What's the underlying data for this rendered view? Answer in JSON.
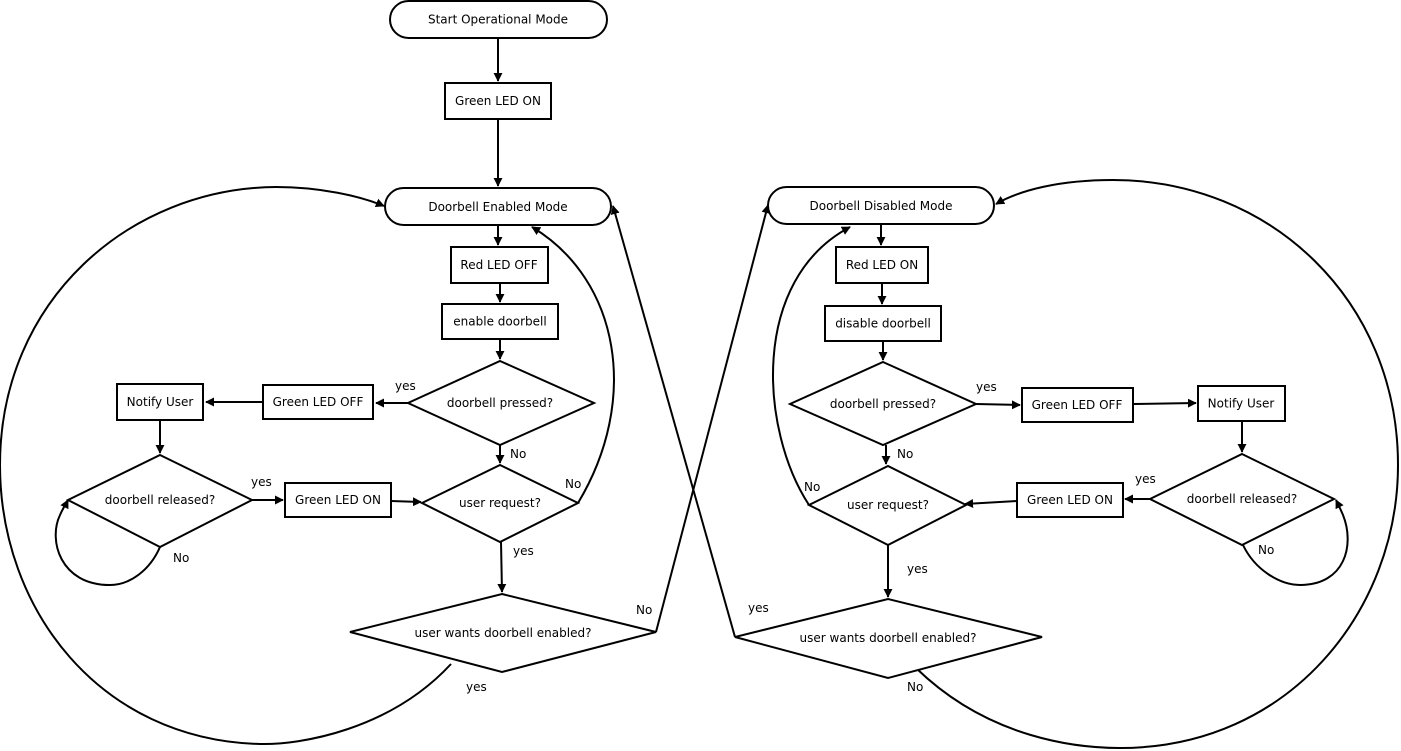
{
  "nodes": {
    "start": "Start Operational Mode",
    "green_on_top": "Green LED ON",
    "enabled_mode": "Doorbell Enabled Mode",
    "red_off": "Red LED OFF",
    "enable_doorbell": "enable doorbell",
    "pressed_left": "doorbell pressed?",
    "green_off_left": "Green LED OFF",
    "notify_left": "Notify User",
    "released_left": "doorbell released?",
    "green_on_left": "Green LED ON",
    "request_left": "user request?",
    "wants_left": "user wants doorbell enabled?",
    "disabled_mode": "Doorbell Disabled Mode",
    "red_on": "Red LED ON",
    "disable_doorbell": "disable doorbell",
    "pressed_right": "doorbell pressed?",
    "green_off_right": "Green LED OFF",
    "notify_right": "Notify User",
    "released_right": "doorbell released?",
    "green_on_right": "Green LED ON",
    "request_right": "user request?",
    "wants_right": "user wants doorbell enabled?"
  },
  "edge_labels": {
    "pressed_left_yes": "yes",
    "pressed_left_no": "No",
    "released_left_yes": "yes",
    "released_left_no": "No",
    "request_left_no": "No",
    "request_left_yes": "yes",
    "wants_left_no": "No",
    "wants_left_yes": "yes",
    "pressed_right_yes": "yes",
    "pressed_right_no": "No",
    "released_right_yes": "yes",
    "released_right_no": "No",
    "request_right_no": "No",
    "request_right_yes": "yes",
    "wants_right_yes": "yes",
    "wants_right_no": "No"
  }
}
